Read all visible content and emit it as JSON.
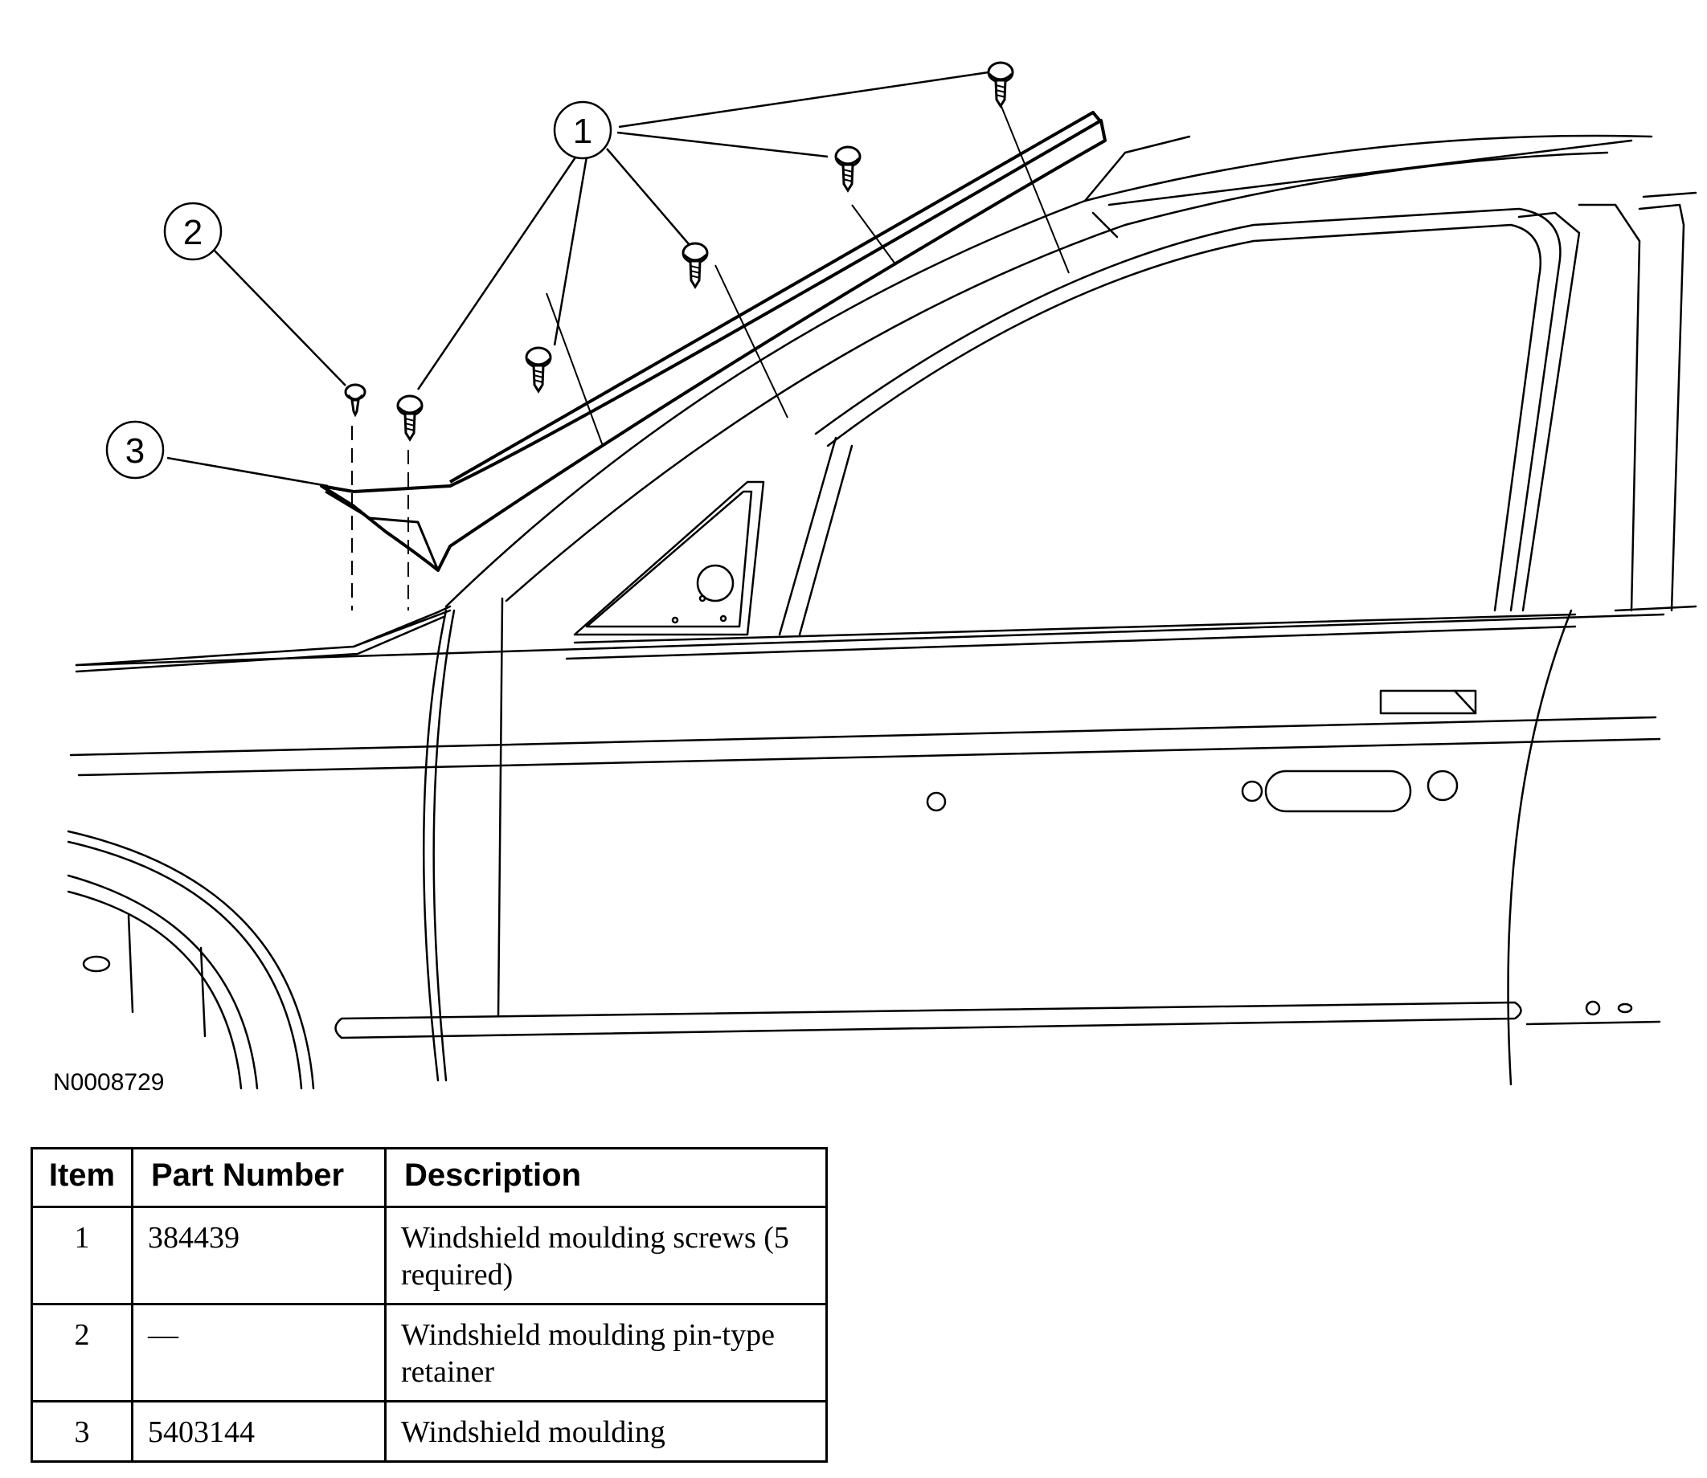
{
  "figure": {
    "id": "N0008729",
    "callouts": [
      "1",
      "2",
      "3"
    ]
  },
  "table": {
    "headers": {
      "item": "Item",
      "part_number": "Part Number",
      "description": "Description"
    },
    "rows": [
      {
        "item": "1",
        "part_number": "384439",
        "description": "Windshield moulding screws (5 required)"
      },
      {
        "item": "2",
        "part_number": "—",
        "description": "Windshield moulding pin-type retainer"
      },
      {
        "item": "3",
        "part_number": "5403144",
        "description": "Windshield moulding"
      }
    ]
  },
  "colors": {
    "line": "#000000",
    "background": "#ffffff"
  }
}
